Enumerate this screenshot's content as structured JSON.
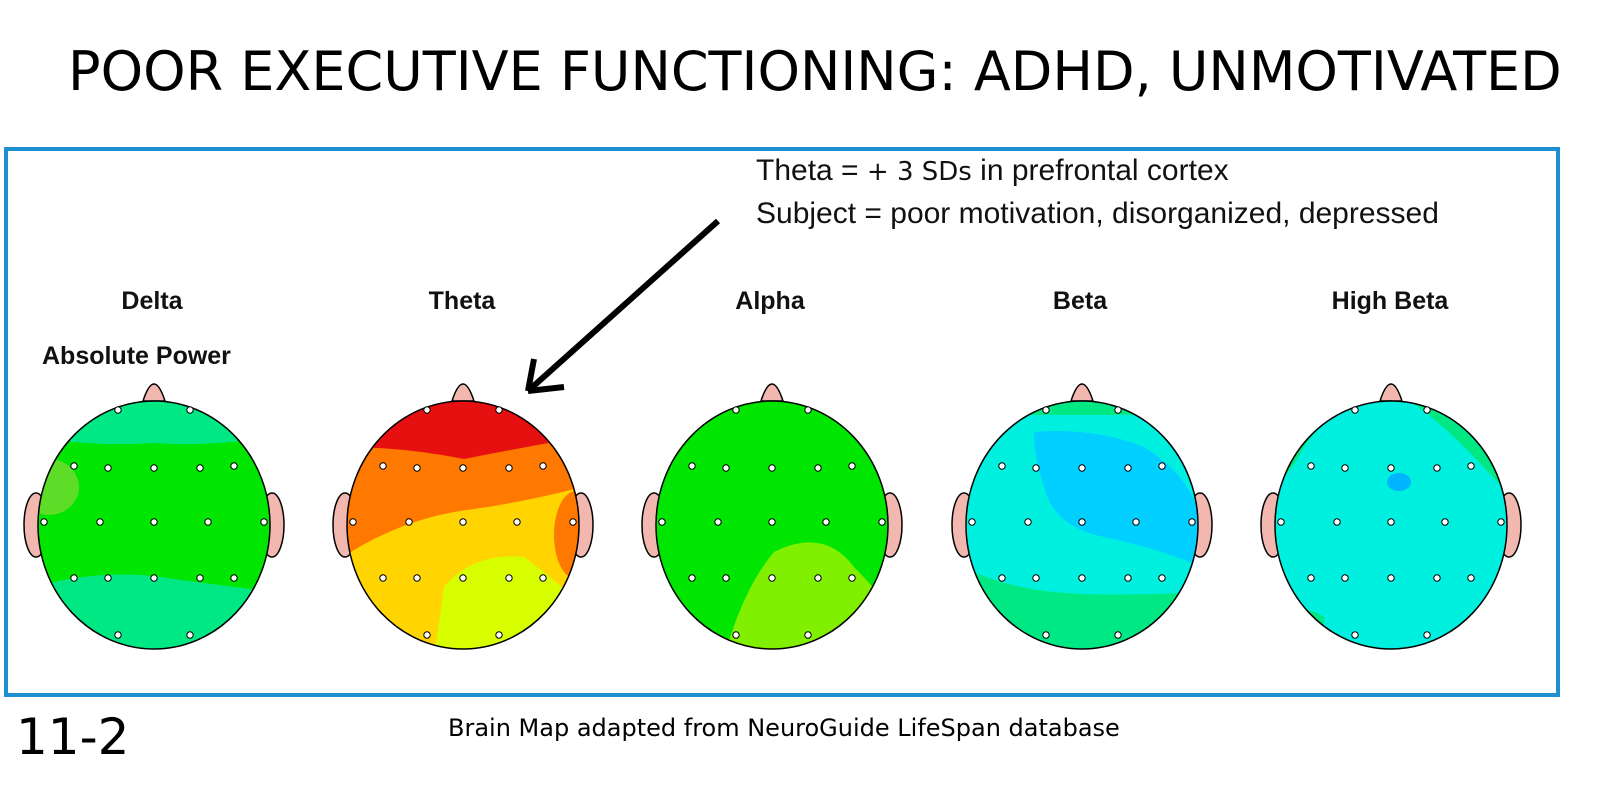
{
  "slide": {
    "title": "POOR EXECUTIVE FUNCTIONING: ADHD, UNMOTIVATED",
    "number": "11-2",
    "caption": "Brain Map adapted from NeuroGuide LifeSpan database"
  },
  "annotation": {
    "line1_prefix": "Theta = ",
    "line1_value": "+ 3 SDs",
    "line1_suffix": " in prefrontal cortex",
    "line2": "Subject = poor motivation, disorganized, depressed"
  },
  "brain_maps": {
    "measure": "Absolute Power",
    "bands": [
      {
        "label": "Delta",
        "colors": {
          "base": "#00e600",
          "front": "#00e884",
          "back": "#00e884",
          "left": "#5ddc28"
        }
      },
      {
        "label": "Theta",
        "colors": {
          "base": "#ffd400",
          "front": "#e61010",
          "mid": "#ff7800",
          "back": "#d8ff00",
          "right": "#ff7800"
        }
      },
      {
        "label": "Alpha",
        "colors": {
          "base": "#00e600",
          "back": "#80f000"
        }
      },
      {
        "label": "Beta",
        "colors": {
          "base": "#00f0e0",
          "center": "#00cfff",
          "back": "#00e884"
        }
      },
      {
        "label": "High Beta",
        "colors": {
          "base": "#00f0e0",
          "edges": "#00e884",
          "spot": "#00b4ff"
        }
      }
    ]
  },
  "colors": {
    "frame": "#1e90d0",
    "ear": "#f2b8b0",
    "outline": "#000000"
  }
}
